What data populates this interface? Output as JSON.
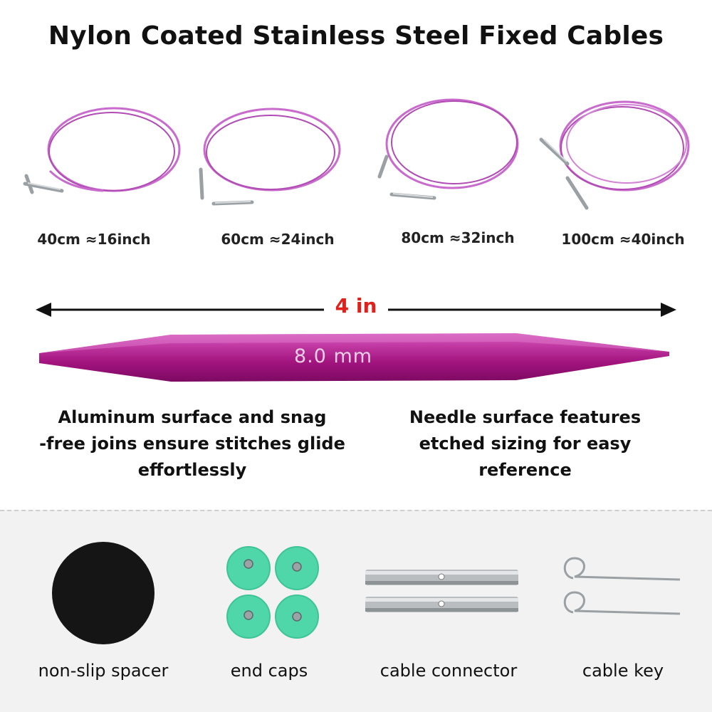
{
  "title": "Nylon Coated Stainless Steel Fixed Cables",
  "cables": [
    {
      "label": "40cm ≈16inch"
    },
    {
      "label": "60cm ≈24inch"
    },
    {
      "label": "80cm ≈32inch"
    },
    {
      "label": "100cm ≈40inch"
    }
  ],
  "measurement": {
    "length_label": "4 in",
    "size_label": "8.0 mm"
  },
  "features": {
    "left": [
      "Aluminum surface and snag",
      "-free joins ensure stitches glide",
      "effortlessly"
    ],
    "right": [
      "Needle surface features",
      "etched sizing for easy",
      "reference"
    ]
  },
  "accessories": [
    {
      "label": "non-slip spacer"
    },
    {
      "label": "end caps"
    },
    {
      "label": "cable connector"
    },
    {
      "label": "cable key"
    }
  ],
  "colors": {
    "cable": "#c564c8",
    "needle": "#b2188f",
    "end_cap": "#4fd6a9",
    "measure_text": "#e0201a"
  }
}
